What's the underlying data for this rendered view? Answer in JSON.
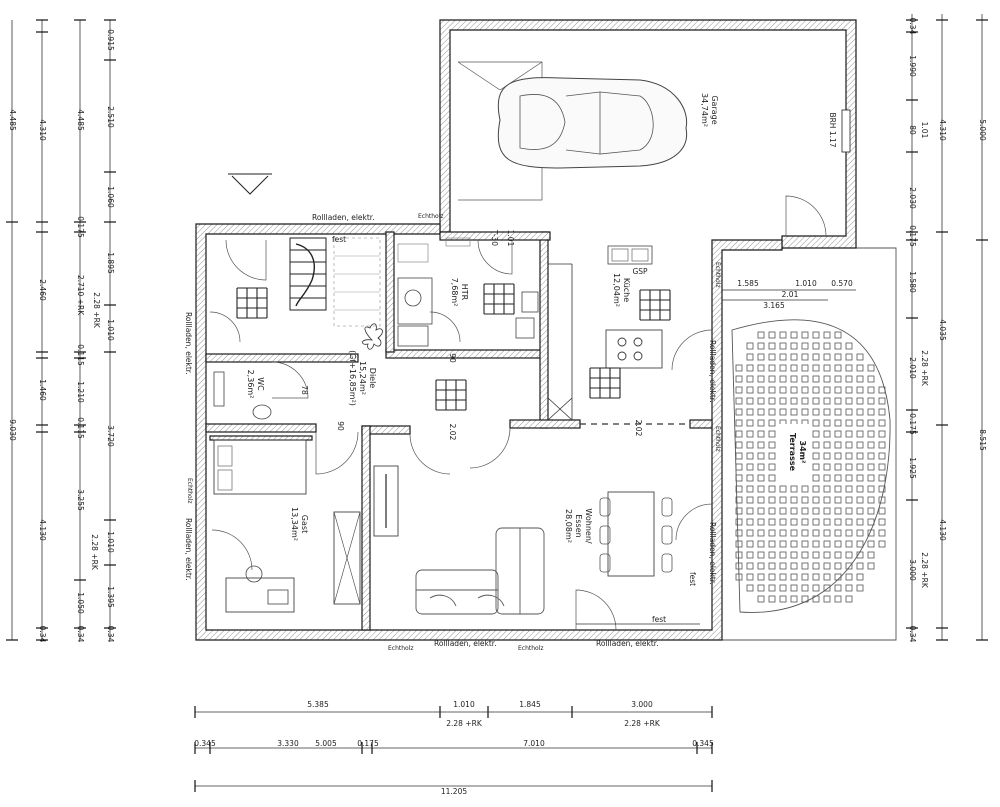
{
  "dimensions": {
    "left_outer": [
      "4.485",
      "9.030"
    ],
    "left_mid": [
      "4.310",
      "2.460",
      "1.460",
      "4.130"
    ],
    "left_inner": [
      "4.485",
      "0.175",
      "2.710 +RK",
      "0.115",
      "1.210",
      "0.115",
      "3.255",
      "2.28 +RK",
      "1.050",
      "0.34"
    ],
    "left_col": [
      "0.915",
      "2.510",
      "1.060",
      "1.895",
      "2.28 +RK",
      "1.010",
      "3.720",
      "1.010",
      "1.395",
      "0.34",
      "0.34"
    ],
    "right_inner": [
      "0.34",
      "1.990",
      "1.01",
      "80",
      "2.030",
      "0.175",
      "1.580",
      "2.010",
      "2.28 +RK",
      "0.175",
      "1.925",
      "3.000",
      "2.28 +RK",
      "0.34"
    ],
    "right_mid": [
      "4.310",
      "4.035",
      "4.130"
    ],
    "right_outer": [
      "5.000",
      "8.515"
    ],
    "bottom_row1": [
      "5.385",
      "1.010",
      "2.28 +RK",
      "1.845",
      "3.000",
      "2.28 +RK"
    ],
    "bottom_row2": [
      "0.345",
      "3.330",
      "5.005",
      "0.175",
      "7.010",
      "0.345"
    ],
    "bottom_total": "11.205",
    "terrace_dims": [
      "1.585",
      "1.010",
      "0.570",
      "2.01",
      "3.165"
    ],
    "door_marks": [
      "90",
      "78",
      "90",
      "2.02",
      "1.01",
      "T-30",
      "2.02"
    ]
  },
  "rooms": {
    "garage": {
      "name": "Garage",
      "area": "34,74m²",
      "note": "BRH 1.17"
    },
    "htr": {
      "name": "HTR",
      "area": "7,68m²"
    },
    "kueche": {
      "name": "Küche",
      "area": "12,04m²",
      "note": "GSP"
    },
    "diele": {
      "name": "Diele",
      "area": "15,24m²",
      "area2": "(Gf+16,85m²)"
    },
    "wc": {
      "name": "WC",
      "area": "2,36m²"
    },
    "gast": {
      "name": "Gast",
      "area": "13,34m²"
    },
    "wohnen": {
      "name": "Wohnen/",
      "name2": "Essen",
      "area": "28,08m²"
    },
    "terrasse": {
      "name": "Terrasse",
      "area": "34m²"
    }
  },
  "labels": {
    "rollladen": "Rollladen, elektr.",
    "echtholz": "Echtholz",
    "fest": "fest"
  }
}
